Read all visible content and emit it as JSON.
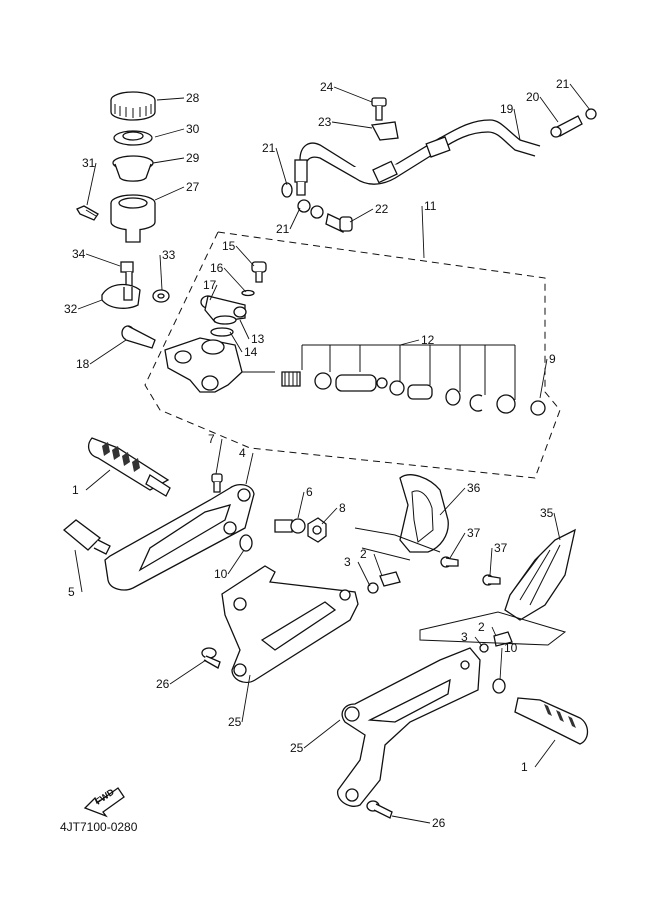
{
  "diagram_code": "4JT7100-0280",
  "fwd_label": "FWD",
  "callouts": [
    "28",
    "30",
    "29",
    "31",
    "27",
    "34",
    "33",
    "32",
    "18",
    "15",
    "16",
    "17",
    "13",
    "14",
    "24",
    "23",
    "21",
    "20",
    "19",
    "21",
    "21",
    "22",
    "11",
    "12",
    "9",
    "7",
    "4",
    "1",
    "6",
    "8",
    "5",
    "10",
    "36",
    "37",
    "35",
    "3",
    "2",
    "37",
    "25",
    "26",
    "3",
    "2",
    "10",
    "25",
    "1",
    "26"
  ]
}
